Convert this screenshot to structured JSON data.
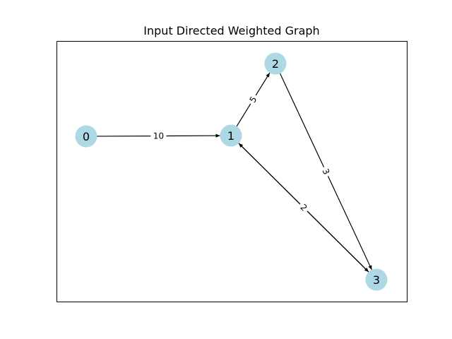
{
  "title": "Input Directed Weighted Graph",
  "colors": {
    "node_fill": "#add8e6",
    "edge": "#000000",
    "frame": "#000000",
    "background": "#ffffff"
  },
  "nodes": [
    {
      "id": "0",
      "label": "0"
    },
    {
      "id": "1",
      "label": "1"
    },
    {
      "id": "2",
      "label": "2"
    },
    {
      "id": "3",
      "label": "3"
    }
  ],
  "edges": [
    {
      "from": "0",
      "to": "1",
      "weight": "10"
    },
    {
      "from": "1",
      "to": "2",
      "weight": "5"
    },
    {
      "from": "2",
      "to": "3",
      "weight": "3"
    },
    {
      "from": "1",
      "to": "3",
      "weight": "2"
    },
    {
      "from": "3",
      "to": "1",
      "weight": "2"
    }
  ]
}
